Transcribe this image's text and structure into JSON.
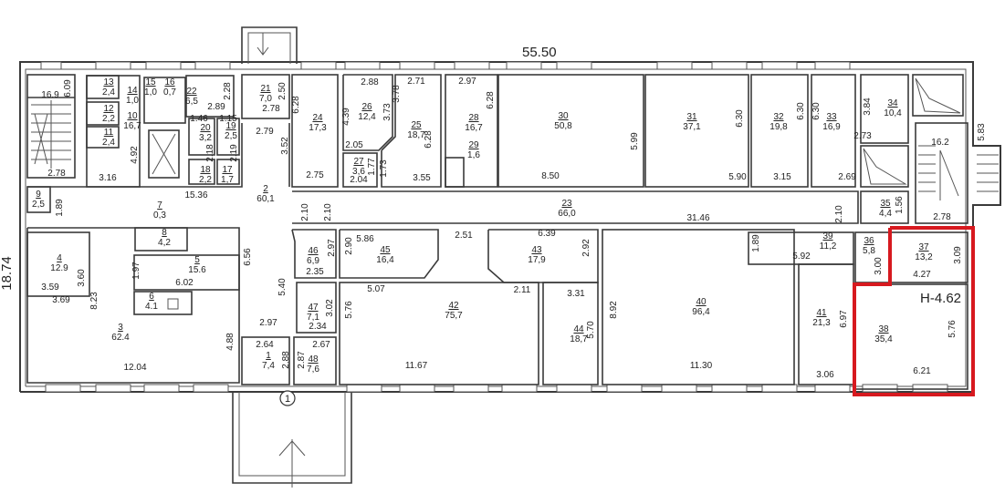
{
  "plan": {
    "total_length": "55.50",
    "total_width": "18.74",
    "highlight_label": "Н-4.62",
    "entrance_marker": "1",
    "highlight_color": "#d7191f"
  },
  "rooms": [
    {
      "no": "",
      "area": "16.9"
    },
    {
      "no": "13",
      "area": "2,4"
    },
    {
      "no": "12",
      "area": "2,2"
    },
    {
      "no": "11",
      "area": "2,4"
    },
    {
      "no": "14",
      "area": "1,0"
    },
    {
      "no": "15",
      "area": "1,0"
    },
    {
      "no": "16",
      "area": "0,7"
    },
    {
      "no": "10",
      "area": "16,7"
    },
    {
      "no": "22",
      "area": "6,5"
    },
    {
      "no": "21",
      "area": "7,0"
    },
    {
      "no": "20",
      "area": "3,2"
    },
    {
      "no": "19",
      "area": "2,5"
    },
    {
      "no": "18",
      "area": "2,2"
    },
    {
      "no": "17",
      "area": "1,7"
    },
    {
      "no": "2",
      "area": "60,1"
    },
    {
      "no": "9",
      "area": "2,5"
    },
    {
      "no": "7",
      "area": "0,3"
    },
    {
      "no": "24",
      "area": "17,3"
    },
    {
      "no": "26",
      "area": "12,4"
    },
    {
      "no": "27",
      "area": "3,6"
    },
    {
      "no": "25",
      "area": "18,7"
    },
    {
      "no": "28",
      "area": "16,7"
    },
    {
      "no": "29",
      "area": "1,6"
    },
    {
      "no": "30",
      "area": "50,8"
    },
    {
      "no": "31",
      "area": "37,1"
    },
    {
      "no": "32",
      "area": "19,8"
    },
    {
      "no": "33",
      "area": "16,9"
    },
    {
      "no": "34",
      "area": "10,4"
    },
    {
      "no": "",
      "area": "16.2"
    },
    {
      "no": "23",
      "area": "66,0"
    },
    {
      "no": "35",
      "area": "4,4"
    },
    {
      "no": "4",
      "area": "12.9"
    },
    {
      "no": "8",
      "area": "4,2"
    },
    {
      "no": "5",
      "area": "15.6"
    },
    {
      "no": "6",
      "area": "4.1"
    },
    {
      "no": "3",
      "area": "62.4"
    },
    {
      "no": "1",
      "area": "7,4"
    },
    {
      "no": "48",
      "area": "7,6"
    },
    {
      "no": "46",
      "area": "6,9"
    },
    {
      "no": "47",
      "area": "7,1"
    },
    {
      "no": "45",
      "area": "16,4"
    },
    {
      "no": "43",
      "area": "17,9"
    },
    {
      "no": "42",
      "area": "75,7"
    },
    {
      "no": "44",
      "area": "18,7"
    },
    {
      "no": "40",
      "area": "96,4"
    },
    {
      "no": "39",
      "area": "11,2"
    },
    {
      "no": "41",
      "area": "21,3"
    },
    {
      "no": "36",
      "area": "5,8"
    },
    {
      "no": "37",
      "area": "13,2"
    },
    {
      "no": "38",
      "area": "35,4"
    }
  ],
  "dims": [
    "6.09",
    "2.78",
    "3.16",
    "4.92",
    "15.36",
    "2.89",
    "2.28",
    "2.50",
    "2.78",
    "2.79",
    "3.52",
    "6.28",
    "2.75",
    "1.89",
    "2.10",
    "2.10",
    "2.88",
    "4.39",
    "3.73",
    "3.78",
    "2.71",
    "6.28",
    "2.05",
    "1.77",
    "2.04",
    "1.73",
    "3.55",
    "2.97",
    "6.28",
    "8.50",
    "5.99",
    "6.30",
    "5.90",
    "6.30",
    "6.30",
    "3.15",
    "2.69",
    "3.84",
    "2.73",
    "5.83",
    "1.56",
    "2.78",
    "31.46",
    "2.10",
    "3.60",
    "3.59",
    "3.69",
    "8.23",
    "1.97",
    "6.02",
    "6.56",
    "4.88",
    "12.04",
    "2.97",
    "2.64",
    "2.88",
    "2.97",
    "2.35",
    "5.40",
    "3.02",
    "2.34",
    "2.67",
    "2.87",
    "2.90",
    "5.86",
    "2.51",
    "6.39",
    "2.92",
    "5.07",
    "5.76",
    "2.11",
    "11.67",
    "3.31",
    "5.70",
    "8.92",
    "11.30",
    "1.89",
    "5.92",
    "6.97",
    "3.06",
    "3.00",
    "3.09",
    "4.27",
    "5.76",
    "6.21",
    "1.46",
    "1.15",
    "2.18",
    "2.19"
  ]
}
